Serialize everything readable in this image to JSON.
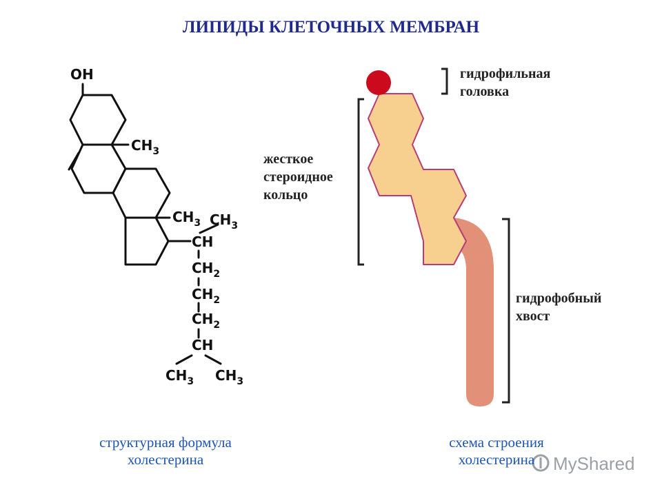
{
  "title": "ЛИПИДЫ КЛЕТОЧНЫХ МЕМБРАН",
  "formula": {
    "oh": "OH",
    "ch3_a": "CH",
    "ch3_b": "CH",
    "ch3_c": "CH",
    "ch_1": "CH",
    "ch2_1": "CH",
    "ch2_2": "CH",
    "ch2_3": "CH",
    "ch_2": "CH",
    "ch3_d": "CH",
    "ch3_e": "CH",
    "sub3": "3",
    "sub2": "2"
  },
  "labels": {
    "head": "гидрофильная\nголовка",
    "ring": "жесткое\nстероидное\nкольцо",
    "tail": "гидрофобный\nхвост"
  },
  "captions": {
    "left": "структурная формула\nхолестерина",
    "right": "схема строения\nхолестерина"
  },
  "watermark": "MyShared",
  "colors": {
    "title": "#1f2a8c",
    "caption": "#1e55b4",
    "head": "#cc0a1e",
    "ring_fill": "#f7cf8e",
    "ring_stroke": "#b83a78",
    "tail": "#e39078"
  }
}
